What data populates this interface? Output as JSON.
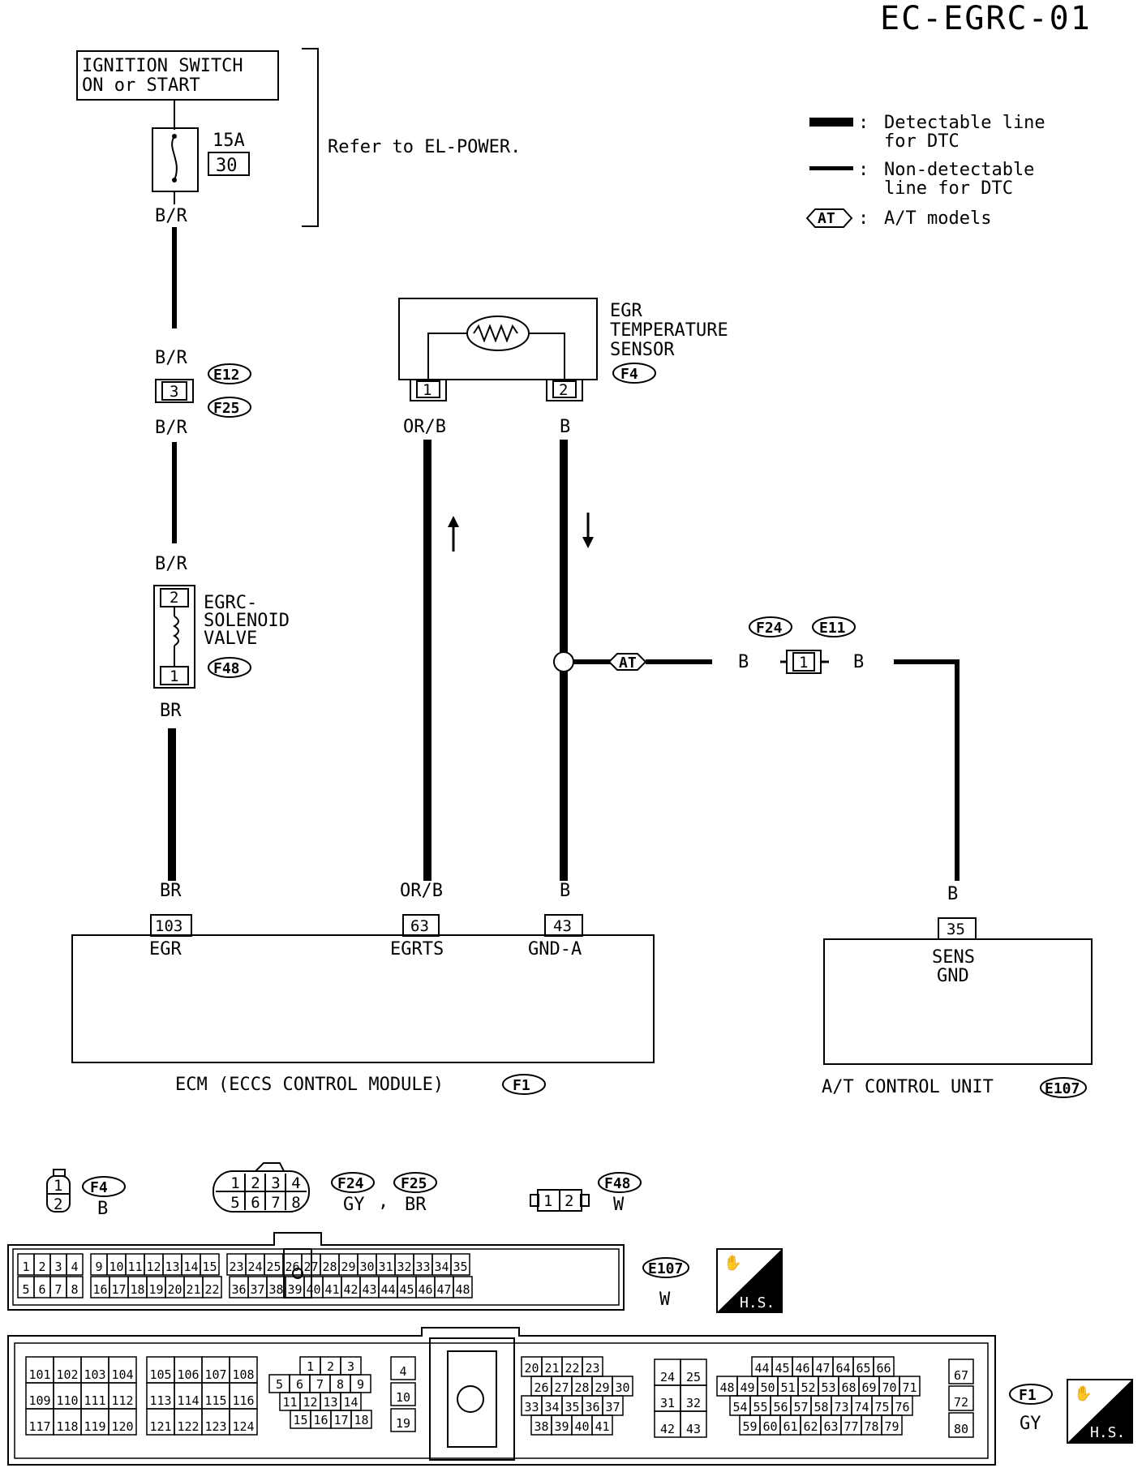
{
  "page_id": "EC-EGRC-01",
  "ignition": {
    "line1": "IGNITION SWITCH",
    "line2": "ON or START"
  },
  "fuse": {
    "rating": "15A",
    "number": "30"
  },
  "refer_note": "Refer to EL-POWER.",
  "legend": {
    "detectable_l1": "Detectable line",
    "detectable_l2": "for DTC",
    "nondet_l1": "Non-detectable",
    "nondet_l2": "line for DTC",
    "at_symbol": "AT",
    "at_text": "A/T models",
    "colon": ":"
  },
  "wires": {
    "br_top": "B/R",
    "br_mid1": "B/R",
    "br_mid2": "B/R",
    "br_mid3": "B/R",
    "br_sol": "BR",
    "br_ecm": "BR",
    "orb_top": "OR/B",
    "orb_ecm": "OR/B",
    "b_top": "B",
    "b_ecm": "B",
    "b_left": "B",
    "b_right": "B",
    "b_tcu": "B"
  },
  "connectors": {
    "e12": "E12",
    "f25": "F25",
    "f4": "F4",
    "f48": "F48",
    "f24": "F24",
    "e11": "E11",
    "f1": "F1",
    "e107": "E107",
    "pin_3": "3",
    "pin_2": "2",
    "pin_1": "1",
    "pin_s1": "1",
    "pin_s2": "2",
    "pin_j1": "1"
  },
  "egr_sensor": {
    "l1": "EGR",
    "l2": "TEMPERATURE",
    "l3": "SENSOR"
  },
  "solenoid": {
    "l1": "EGRC-",
    "l2": "SOLENOID",
    "l3": "VALVE"
  },
  "at_junction_tag": "AT",
  "ecm": {
    "pin_egr": "103",
    "name_egr": "EGR",
    "pin_egrts": "63",
    "name_egrts": "EGRTS",
    "pin_gnda": "43",
    "name_gnda": "GND-A",
    "caption": "ECM (ECCS CONTROL MODULE)"
  },
  "tcu": {
    "pin": "35",
    "name_l1": "SENS",
    "name_l2": "GND",
    "caption": "A/T CONTROL UNIT"
  },
  "connector_views": {
    "f4_color": "B",
    "f4_pin1": "1",
    "f4_pin2": "2",
    "f24_color": "GY",
    "f25_color": "BR",
    "comma": ",",
    "f48_color": "W",
    "e107_color": "W",
    "f1_color": "GY",
    "hs": "H.S.",
    "pins_4x2_top": [
      "1",
      "2",
      "3",
      "4"
    ],
    "pins_4x2_bot": [
      "5",
      "6",
      "7",
      "8"
    ],
    "pins_f48": [
      "1",
      "2"
    ]
  },
  "e107_rows": {
    "top": [
      "1",
      "2",
      "3",
      "4",
      "",
      "9",
      "10",
      "11",
      "12",
      "13",
      "14",
      "15",
      "",
      "23",
      "24",
      "25",
      "26",
      "27",
      "28",
      "29",
      "30",
      "31",
      "32",
      "33",
      "34",
      "35"
    ],
    "bot": [
      "5",
      "6",
      "7",
      "8",
      "",
      "16",
      "17",
      "18",
      "19",
      "20",
      "21",
      "22",
      "",
      "36",
      "37",
      "38",
      "39",
      "40",
      "41",
      "42",
      "43",
      "44",
      "45",
      "46",
      "47",
      "48"
    ]
  },
  "f1_groups": {
    "g1": [
      [
        "101",
        "102",
        "103",
        "104"
      ],
      [
        "109",
        "110",
        "111",
        "112"
      ],
      [
        "117",
        "118",
        "119",
        "120"
      ]
    ],
    "g2": [
      [
        "105",
        "106",
        "107",
        "108"
      ],
      [
        "113",
        "114",
        "115",
        "116"
      ],
      [
        "121",
        "122",
        "123",
        "124"
      ]
    ],
    "g3": [
      [
        "1",
        "2",
        "3"
      ],
      [
        "5",
        "6",
        "7",
        "8",
        "9"
      ],
      [
        "11",
        "12",
        "13",
        "14"
      ],
      [
        "15",
        "16",
        "17",
        "18"
      ]
    ],
    "g4": [
      "4",
      "10",
      "19"
    ],
    "g5": [
      [
        "20",
        "21",
        "22",
        "23"
      ],
      [
        "26",
        "27",
        "28",
        "29",
        "30"
      ],
      [
        "33",
        "34",
        "35",
        "36",
        "37"
      ],
      [
        "38",
        "39",
        "40",
        "41"
      ]
    ],
    "g6": [
      [
        "24",
        "25"
      ],
      [
        "31",
        "32"
      ],
      [
        "42",
        "43"
      ]
    ],
    "g7": [
      [
        "44",
        "45",
        "46",
        "47",
        "64",
        "65",
        "66"
      ],
      [
        "48",
        "49",
        "50",
        "51",
        "52",
        "53",
        "68",
        "69",
        "70",
        "71"
      ],
      [
        "54",
        "55",
        "56",
        "57",
        "58",
        "73",
        "74",
        "75",
        "76"
      ],
      [
        "59",
        "60",
        "61",
        "62",
        "63",
        "77",
        "78",
        "79"
      ]
    ],
    "g8": [
      "67",
      "72",
      "80"
    ]
  }
}
